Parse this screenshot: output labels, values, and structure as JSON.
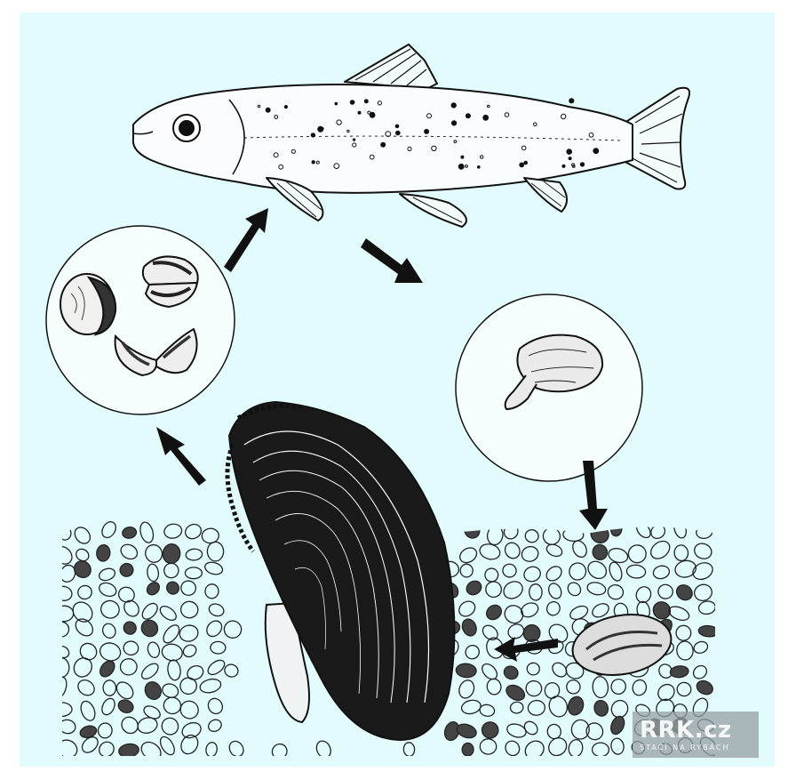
{
  "diagram": {
    "background_color": "#e2fbfc",
    "ink_color": "#111111",
    "stages": [
      {
        "id": "fish-host",
        "icon": "trout-fish"
      },
      {
        "id": "glochidia-release",
        "icon": "glochidia-larvae"
      },
      {
        "id": "juvenile-drop",
        "icon": "juvenile-mussel"
      },
      {
        "id": "juvenile-in-gravel",
        "icon": "juvenile-mussel-in-substrate"
      },
      {
        "id": "adult-mussel",
        "icon": "freshwater-pearl-mussel"
      }
    ]
  },
  "watermark": {
    "logo": "RRK.cz",
    "tagline": "STAČÍ NA RYBÁCH"
  }
}
